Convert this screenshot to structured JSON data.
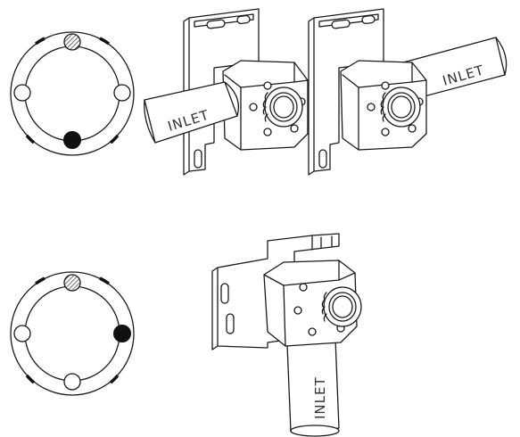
{
  "labels": {
    "inlet_left": "INLET",
    "inlet_right": "INLET",
    "inlet_bottom": "INLET"
  },
  "colors": {
    "line": "#1a1a1a",
    "marker_filled": "#111111",
    "marker_hatched": "#b0b0b0",
    "pipe": "#ffffff"
  }
}
